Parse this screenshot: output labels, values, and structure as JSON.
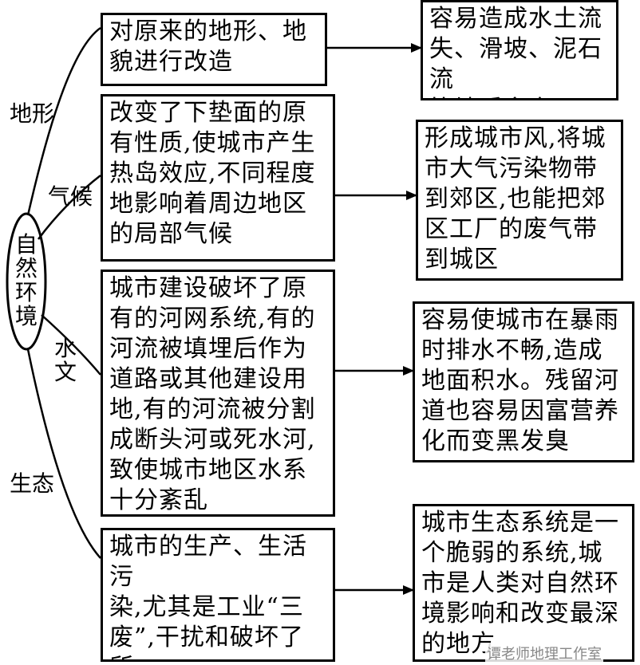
{
  "root": {
    "label": "自\n然\n环\n境"
  },
  "branches": [
    {
      "category": "地形",
      "cause": "对原来的地形、地\n貌进行改造",
      "effect": "容易造成水土流\n失、滑坡、泥石流\n等地质灾害"
    },
    {
      "category": "气候",
      "cause": "改变了下垫面的原\n有性质,使城市产生\n热岛效应,不同程度\n地影响着周边地区\n的局部气候",
      "effect": "形成城市风,将城\n市大气污染物带\n到郊区,也能把郊\n区工厂的废气带\n到城区"
    },
    {
      "category": "水\n文",
      "cause": "城市建设破坏了原\n有的河网系统,有的\n河流被填埋后作为\n道路或其他建设用\n地,有的河流被分割\n成断头河或死水河,\n致使城市地区水系\n十分紊乱",
      "effect": "容易使城市在暴雨\n时排水不畅,造成\n地面积水。残留河\n道也容易因富营养\n化而变黑发臭"
    },
    {
      "category": "生态",
      "cause": "城市的生产、生活污\n染,尤其是工业“三\n废”,干扰和破坏了所\n在地区的生态环境",
      "effect": "城市生态系统是一\n个脆弱的系统,城\n市是人类对自然环\n境影响和改变最深\n的地方"
    }
  ],
  "watermark": "谭老师地理工作室"
}
